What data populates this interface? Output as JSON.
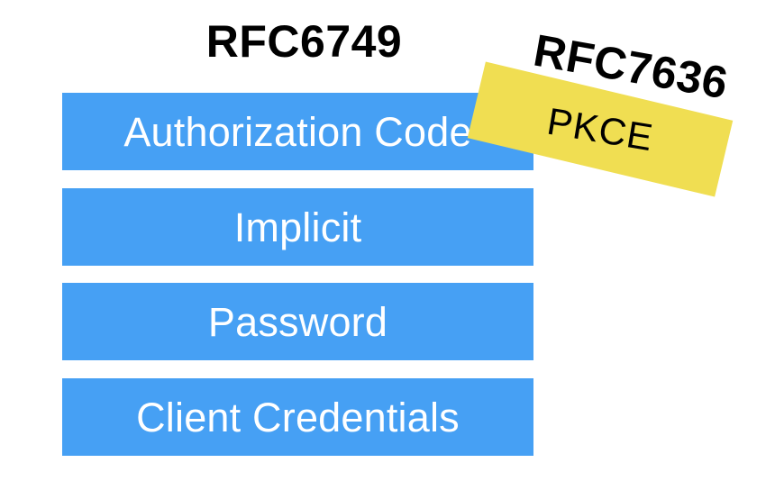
{
  "slide": {
    "left_group_title": "RFC6749",
    "grant_bars": [
      {
        "label": "Authorization Code"
      },
      {
        "label": "Implicit"
      },
      {
        "label": "Password"
      },
      {
        "label": "Client Credentials"
      }
    ],
    "sticker": {
      "title": "RFC7636",
      "label": "PKCE"
    }
  },
  "colors": {
    "background": "#ffffff",
    "bar_blue": "#46A0F4",
    "banner_yellow": "#F0DE52",
    "bar_text": "#ffffff",
    "title_text": "#000000"
  }
}
